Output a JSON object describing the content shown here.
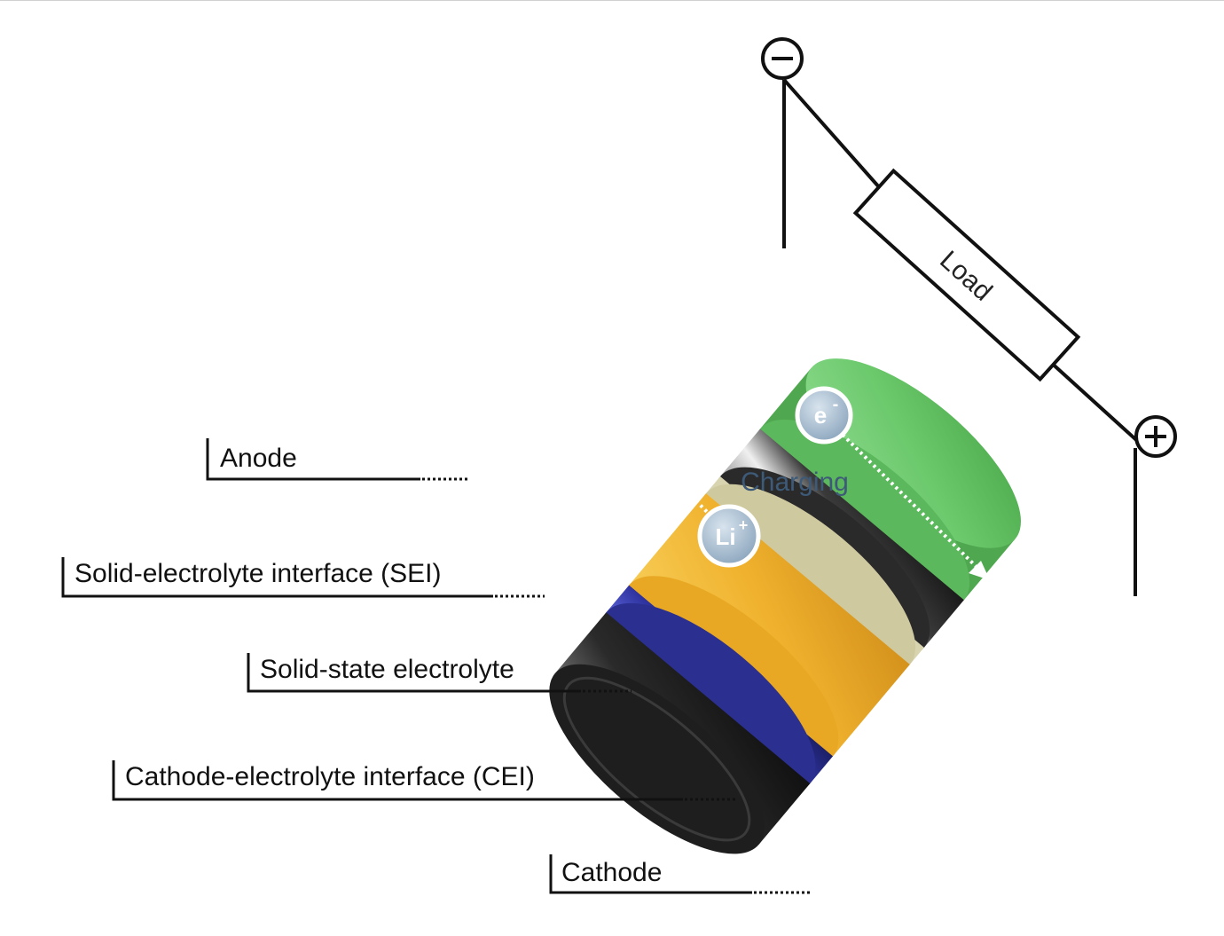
{
  "labels": {
    "anode": "Anode",
    "sei": "Solid-electrolyte interface (SEI)",
    "electrolyte": "Solid-state electrolyte",
    "cei": "Cathode-electrolyte interface (CEI)",
    "cathode": "Cathode"
  },
  "circuit": {
    "negative_terminal": "−",
    "positive_terminal": "+",
    "load": "Load"
  },
  "center": {
    "state": "Charging",
    "ion_symbol": "Li",
    "ion_charge": "+",
    "electron_symbol": "e",
    "electron_charge": "-"
  },
  "colors": {
    "anode": "#2b2b2b",
    "sei": "#3a3fb0",
    "electrolyte": "#f2b630",
    "cei": "#d9d4b0",
    "collector": "#3a3a3a",
    "cathode": "#6cc96c",
    "charging_text": "#3d5a78"
  }
}
